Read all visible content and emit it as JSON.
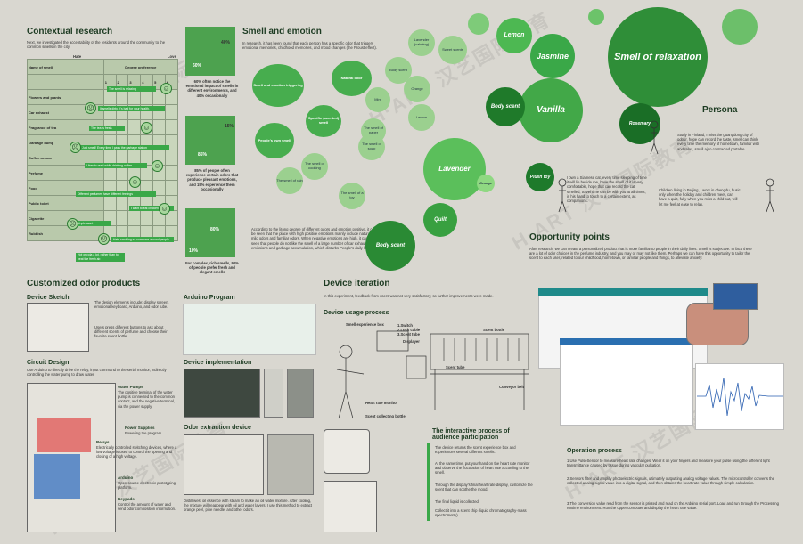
{
  "contextual": {
    "title": "Contextual research",
    "intro": "Next, we investigated the acceptability of the residents around the community to the common smells in the city.",
    "hate": "Hate",
    "love": "Love",
    "degree": "Degree preference",
    "name_col": "Name of smell",
    "nums": [
      "1",
      "2",
      "3",
      "4",
      "5",
      "6"
    ],
    "rows": [
      {
        "name": "Flowers and plants",
        "bar": "The smell is relaxing"
      },
      {
        "name": "Car exhaust",
        "bar": "It smells dirty. It's bad for your health."
      },
      {
        "name": "Fragrance of tea",
        "bar": "The tea is fresh."
      },
      {
        "name": "Garbage dump",
        "bar": "Just smell! Every time I pass the garbage station"
      },
      {
        "name": "Coffee aroma",
        "bar": "Likes to read while drinking coffee"
      },
      {
        "name": "Perfume",
        "bar": "Different perfumes have different feelings"
      },
      {
        "name": "Food",
        "bar": "I want to eat chicken."
      },
      {
        "name": "Public toilet",
        "bar": "Unpleasant"
      },
      {
        "name": "Cigarette",
        "bar": "Hate smoking so someone around people"
      },
      {
        "name": "Rubbish",
        "bar": "Hot or cola a lot, rather than to beat the fresh air."
      }
    ],
    "stats": [
      {
        "pct_a": "40%",
        "pct_b": "60%",
        "text": "60% often notice the emotional impact of smells in different environments, and 40% occasionally"
      },
      {
        "pct_a": "15%",
        "pct_b": "85%",
        "text": "85% of people often experience certain odors that produce pleasant emotions, and 15% experience them occasionally"
      },
      {
        "pct_a": "80%",
        "pct_b": "10%",
        "text": "For complex, rich smells, 90% of people prefer fresh and elegant smells"
      }
    ]
  },
  "smell": {
    "title": "Smell and emotion",
    "intro": "In research, it has been found that each person has a specific odor that triggers emotional memories, childhood memories, and mood changes (the Proust effect).",
    "nodes": [
      "Smell and emotion triggering",
      "Natural odor",
      "People's own smell",
      "Specific (scented) smell",
      "Lavender (calming)",
      "Sweet scents",
      "Body scent",
      "Mint",
      "Orange",
      "Lemon",
      "The smell of paper",
      "The smell of soap",
      "The smell of rain",
      "The smell of cooking",
      "The smell of a toy"
    ],
    "body": "According to the litong degree of different odors and emotion positive, it can be seen that the place with high positive emotions mainly include natural and mild odors and familiar odors. When negative emotions are high, it can be seen that people do not like the smell of a large number of car exhaust emissions and garbage accumulation, which disturbs People's daily life."
  },
  "relax": {
    "title": "Smell of relaxation",
    "labels": [
      "Lemon",
      "Jasmine",
      "Vanilla",
      "Body scent",
      "Lavender",
      "Orange",
      "Plush toy",
      "Quilt",
      "Body scent",
      "Rosemary"
    ]
  },
  "persona": {
    "title": "Persona",
    "p1": "Study in Finland, I miss the guangdong city of odour, hope can record the taste, smell can think every time the memory of hometown, familiar with and relax, small ajao contracted portable.",
    "p2": "I own a Siamese cat, every time sleeping of time it will lie beside me, have the smell of it is very comfortable, hope that can record the cat smelled, travel time can be with you at all times, in his hand to touch to a certain extent, as companions.",
    "p3": "Children living in Beijing, I work in chengdu, busic only when the holiday and children meet, can have a quilt, fully when you miss a child out, will let me feel at ease to relax."
  },
  "opportunity": {
    "title": "Opportunity points",
    "text": "After research, we can create a personalized product that is more familiar to people in their daily lives. Smell is subjective. In fact, there are a lot of odor choices in the perfume industry, and you may or may not like them. Perhaps we can have this opportunity to tailor the scent to each user, related to our childhood, hometown, or familiar people and things, to alleviate anxiety."
  },
  "customized": {
    "title": "Customized odor products",
    "sketch_title": "Device Sketch",
    "sketch_text1": "The design elements include: display screen, emotional keyboard, Arduino, and odor tube.",
    "sketch_text2": "Users press different buttons to ask about different scents of perfume and choose their favorite scent bottle.",
    "circuit_title": "Circuit Design",
    "circuit_text": "Use Arduino to directly drive the relay, input command to the serial monitor, indirectly controlling the water pump to draw water.",
    "parts": [
      {
        "name": "Water Pumps",
        "text": "The positive terminal of the water pump is connected to the common contact, and the negative terminal, via the power supply."
      },
      {
        "name": "Power Supplies",
        "text": "Powering the program"
      },
      {
        "name": "Relays",
        "text": "Electrically controlled switching devices, where a low voltage is used to control the opening and closing of a high voltage."
      },
      {
        "name": "Arduino",
        "text": "Open source electronic prototyping platform."
      },
      {
        "name": "Keypads",
        "text": "Control the amount of water and send odor composition information."
      }
    ]
  },
  "arduino": {
    "title": "Arduino Program",
    "impl": "Device implementation",
    "odor": "Odor extraction device",
    "odor_text": "Distill west oil essence with steam to make an oil water mixture. After cooling, the mixture will reappear with oil and water layers. I use this method to extract orange peel, pine needle, and other odors."
  },
  "iteration": {
    "title": "Device iteration",
    "intro": "In this experiment, feedback from users was not very satisfactory, so further improvements were made.",
    "process": "Device usage process",
    "labels": [
      "Smell experience box",
      "1.Switch",
      "2.Lock cable",
      "3.Scent tube",
      "Displayer",
      "Scent bottle",
      "Scent tube",
      "Conveyor belt",
      "Heart rate monitor",
      "Scent collecting bottle"
    ],
    "inter_title": "The interactive process of audience participation",
    "steps": [
      "The device returns the scent experience box and experiences several different smells.",
      "At the same time, put your hand on the heart rate monitor and observe the fluctuation of heart rate according to the smell.",
      "Through the display's final heart rate display, customize the scent that can soothe the mood.",
      "The final liquid is collected",
      "Collect it into a scent chip (liquid chromatography-mass spectrometry)."
    ]
  },
  "operation": {
    "title": "Operation process",
    "steps": [
      "1.Use PulseSensor to measure heart rate changes. Wear it on your fingers and measure your pulse using the different light transmittance caused by tissue during vascular pulsation.",
      "2.Sensors filter and amplify photoelectric signals, ultimately outputting analog voltage values. The microcontroller converts the collected analog signal value into a digital signal, and then obtains the heart rate value through simple calculation.",
      "3.The conversion value read from the sensor is printed and read on the Arduino serial port. Load and run through the Processing runtime environment. Run the upper computer and display the heart rate value."
    ]
  },
  "watermark": "H·ART 汉艺国际教育"
}
